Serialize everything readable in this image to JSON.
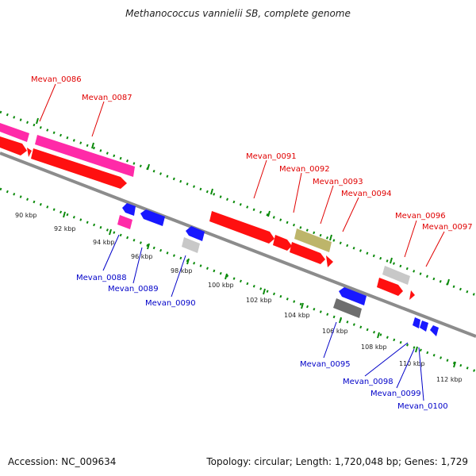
{
  "title": "Methanococcus vannielii SB, complete genome",
  "footer": {
    "accession": "Accession: NC_009634",
    "summary": "Topology: circular; Length: 1,720,048 bp; Genes: 1,729"
  },
  "colors": {
    "backbone": "#8c8c8c",
    "tick": "#0a8a0a",
    "label_forward": "#e00000",
    "label_reverse": "#0000c8"
  },
  "scale_labels": [
    "90 kbp",
    "92 kbp",
    "94 kbp",
    "96 kbp",
    "98 kbp",
    "100 kbp",
    "102 kbp",
    "104 kbp",
    "106 kbp",
    "108 kbp",
    "110 kbp",
    "112 kbp"
  ],
  "gene_labels_forward": [
    "Mevan_0086",
    "Mevan_0087",
    "Mevan_0091",
    "Mevan_0092",
    "Mevan_0093",
    "Mevan_0094",
    "Mevan_0096",
    "Mevan_0097"
  ],
  "gene_labels_reverse": [
    "Mevan_0088",
    "Mevan_0089",
    "Mevan_0090",
    "Mevan_0095",
    "Mevan_0098",
    "Mevan_0099",
    "Mevan_0100"
  ],
  "feature_colors": {
    "cds_red": "#ff1010",
    "rna_pink": "#ff2aa8",
    "blue": "#1818ff",
    "gray_light": "#c8c8c8",
    "gray_dark": "#6e6e6e",
    "olive": "#bdb56a"
  }
}
